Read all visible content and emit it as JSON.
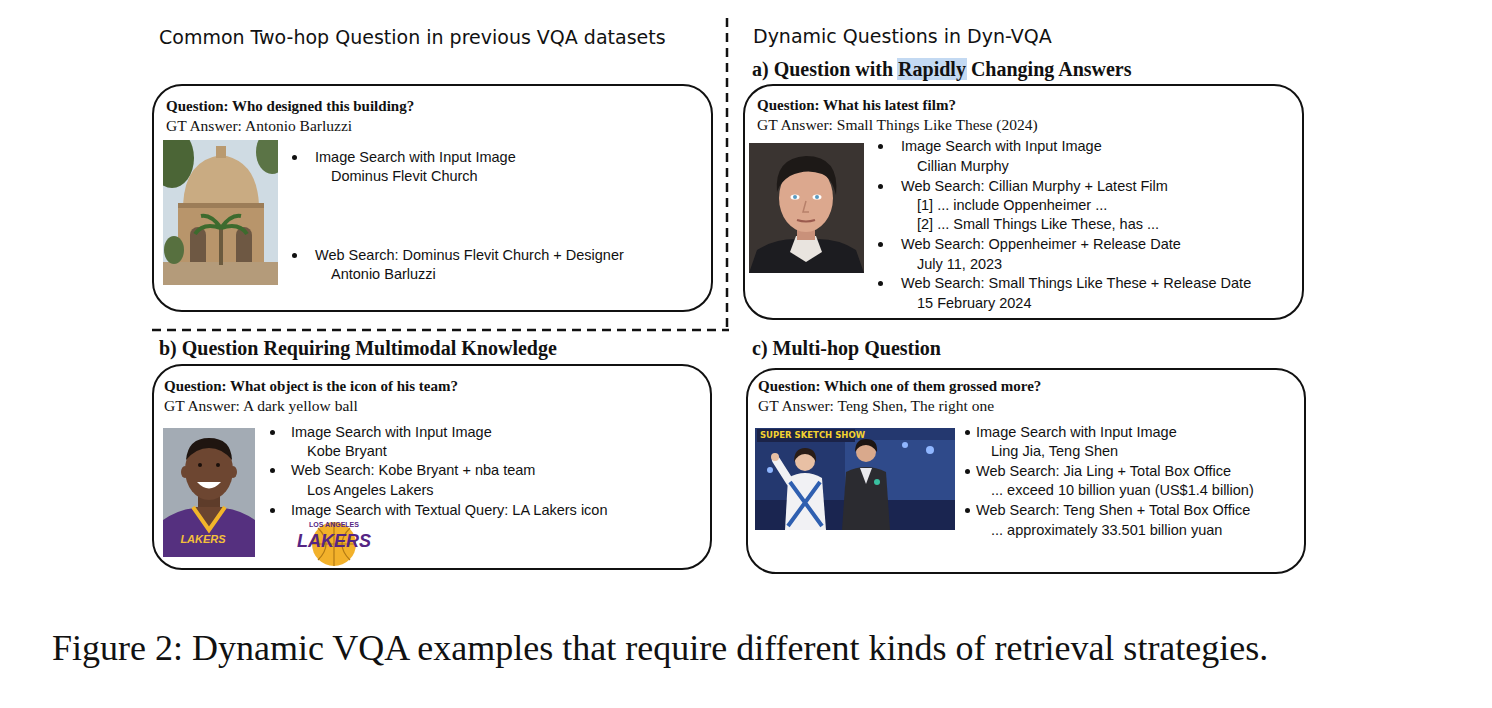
{
  "diagram": {
    "caption": "Figure 2: Dynamic VQA examples that require different kinds of retrieval strategies.",
    "nodes": [
      {
        "text": [
          "Common Two-hop Question in previous VQA datasets",
          "Question: Who designed this building?",
          "GT Answer: Antonio Barluzzi",
          "Image Search with Input Image",
          "Dominus Flevit Church",
          "Web Search: Dominus Flevit Church + Designer",
          "Antonio Barluzzi"
        ]
      },
      {
        "text": [
          "a) Question with Rapidly Changing Answers",
          "Question: What his latest film?",
          "GT Answer: Small Things Like These (2024)",
          "Image Search with Input Image",
          "Cillian Murphy",
          "Web Search: Cillian Murphy + Latest Film",
          "[1] ... include Oppenheimer ...",
          "[2] ... Small Things Like These, has ...",
          "Web Search: Oppenheimer + Release Date",
          "July 11, 2023",
          "Web Search: Small Things Like These + Release Date",
          "15 February 2024"
        ]
      },
      {
        "text": [
          "b) Question Requiring Multimodal Knowledge",
          "Question: What object is the icon of his team?",
          "GT Answer: A dark yellow ball",
          "Image Search with Input Image",
          "Kobe Bryant",
          "Web Search: Kobe Bryant + nba team",
          "Los Angeles Lakers",
          "Image Search with Textual Query: LA Lakers icon"
        ]
      },
      {
        "text": [
          "c) Multi-hop Question",
          "Question: Which one of them grossed more?",
          "GT Answer: Teng Shen, The right one",
          "Image Search with Input Image",
          "Ling Jia, Teng Shen",
          "Web Search: Jia Ling + Total Box Office",
          "... exceed 10 billion yuan (US$1.4 billion)",
          "Web Search: Teng Shen + Total Box Office",
          "... approximately 33.501 billion yuan"
        ]
      }
    ],
    "labels": [
      "Dynamic Questions in Dyn-VQA",
      "LAKERS",
      "LOS ANGELES",
      "LAKERS",
      "SUPER SKETCH SHOW"
    ]
  }
}
